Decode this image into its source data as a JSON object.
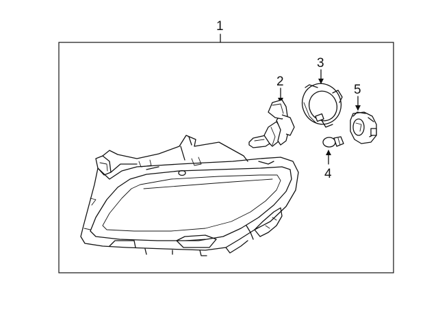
{
  "callouts": {
    "assembly": "1",
    "bulb": "2",
    "retainer_ring": "3",
    "side_bulb": "4",
    "socket": "5"
  },
  "parts": {
    "headlamp_assembly": "headlamp-assembly-icon",
    "bulb": "halogen-bulb-icon",
    "retainer_ring": "retainer-ring-icon",
    "side_bulb": "wedge-bulb-icon",
    "socket": "bulb-socket-icon"
  }
}
